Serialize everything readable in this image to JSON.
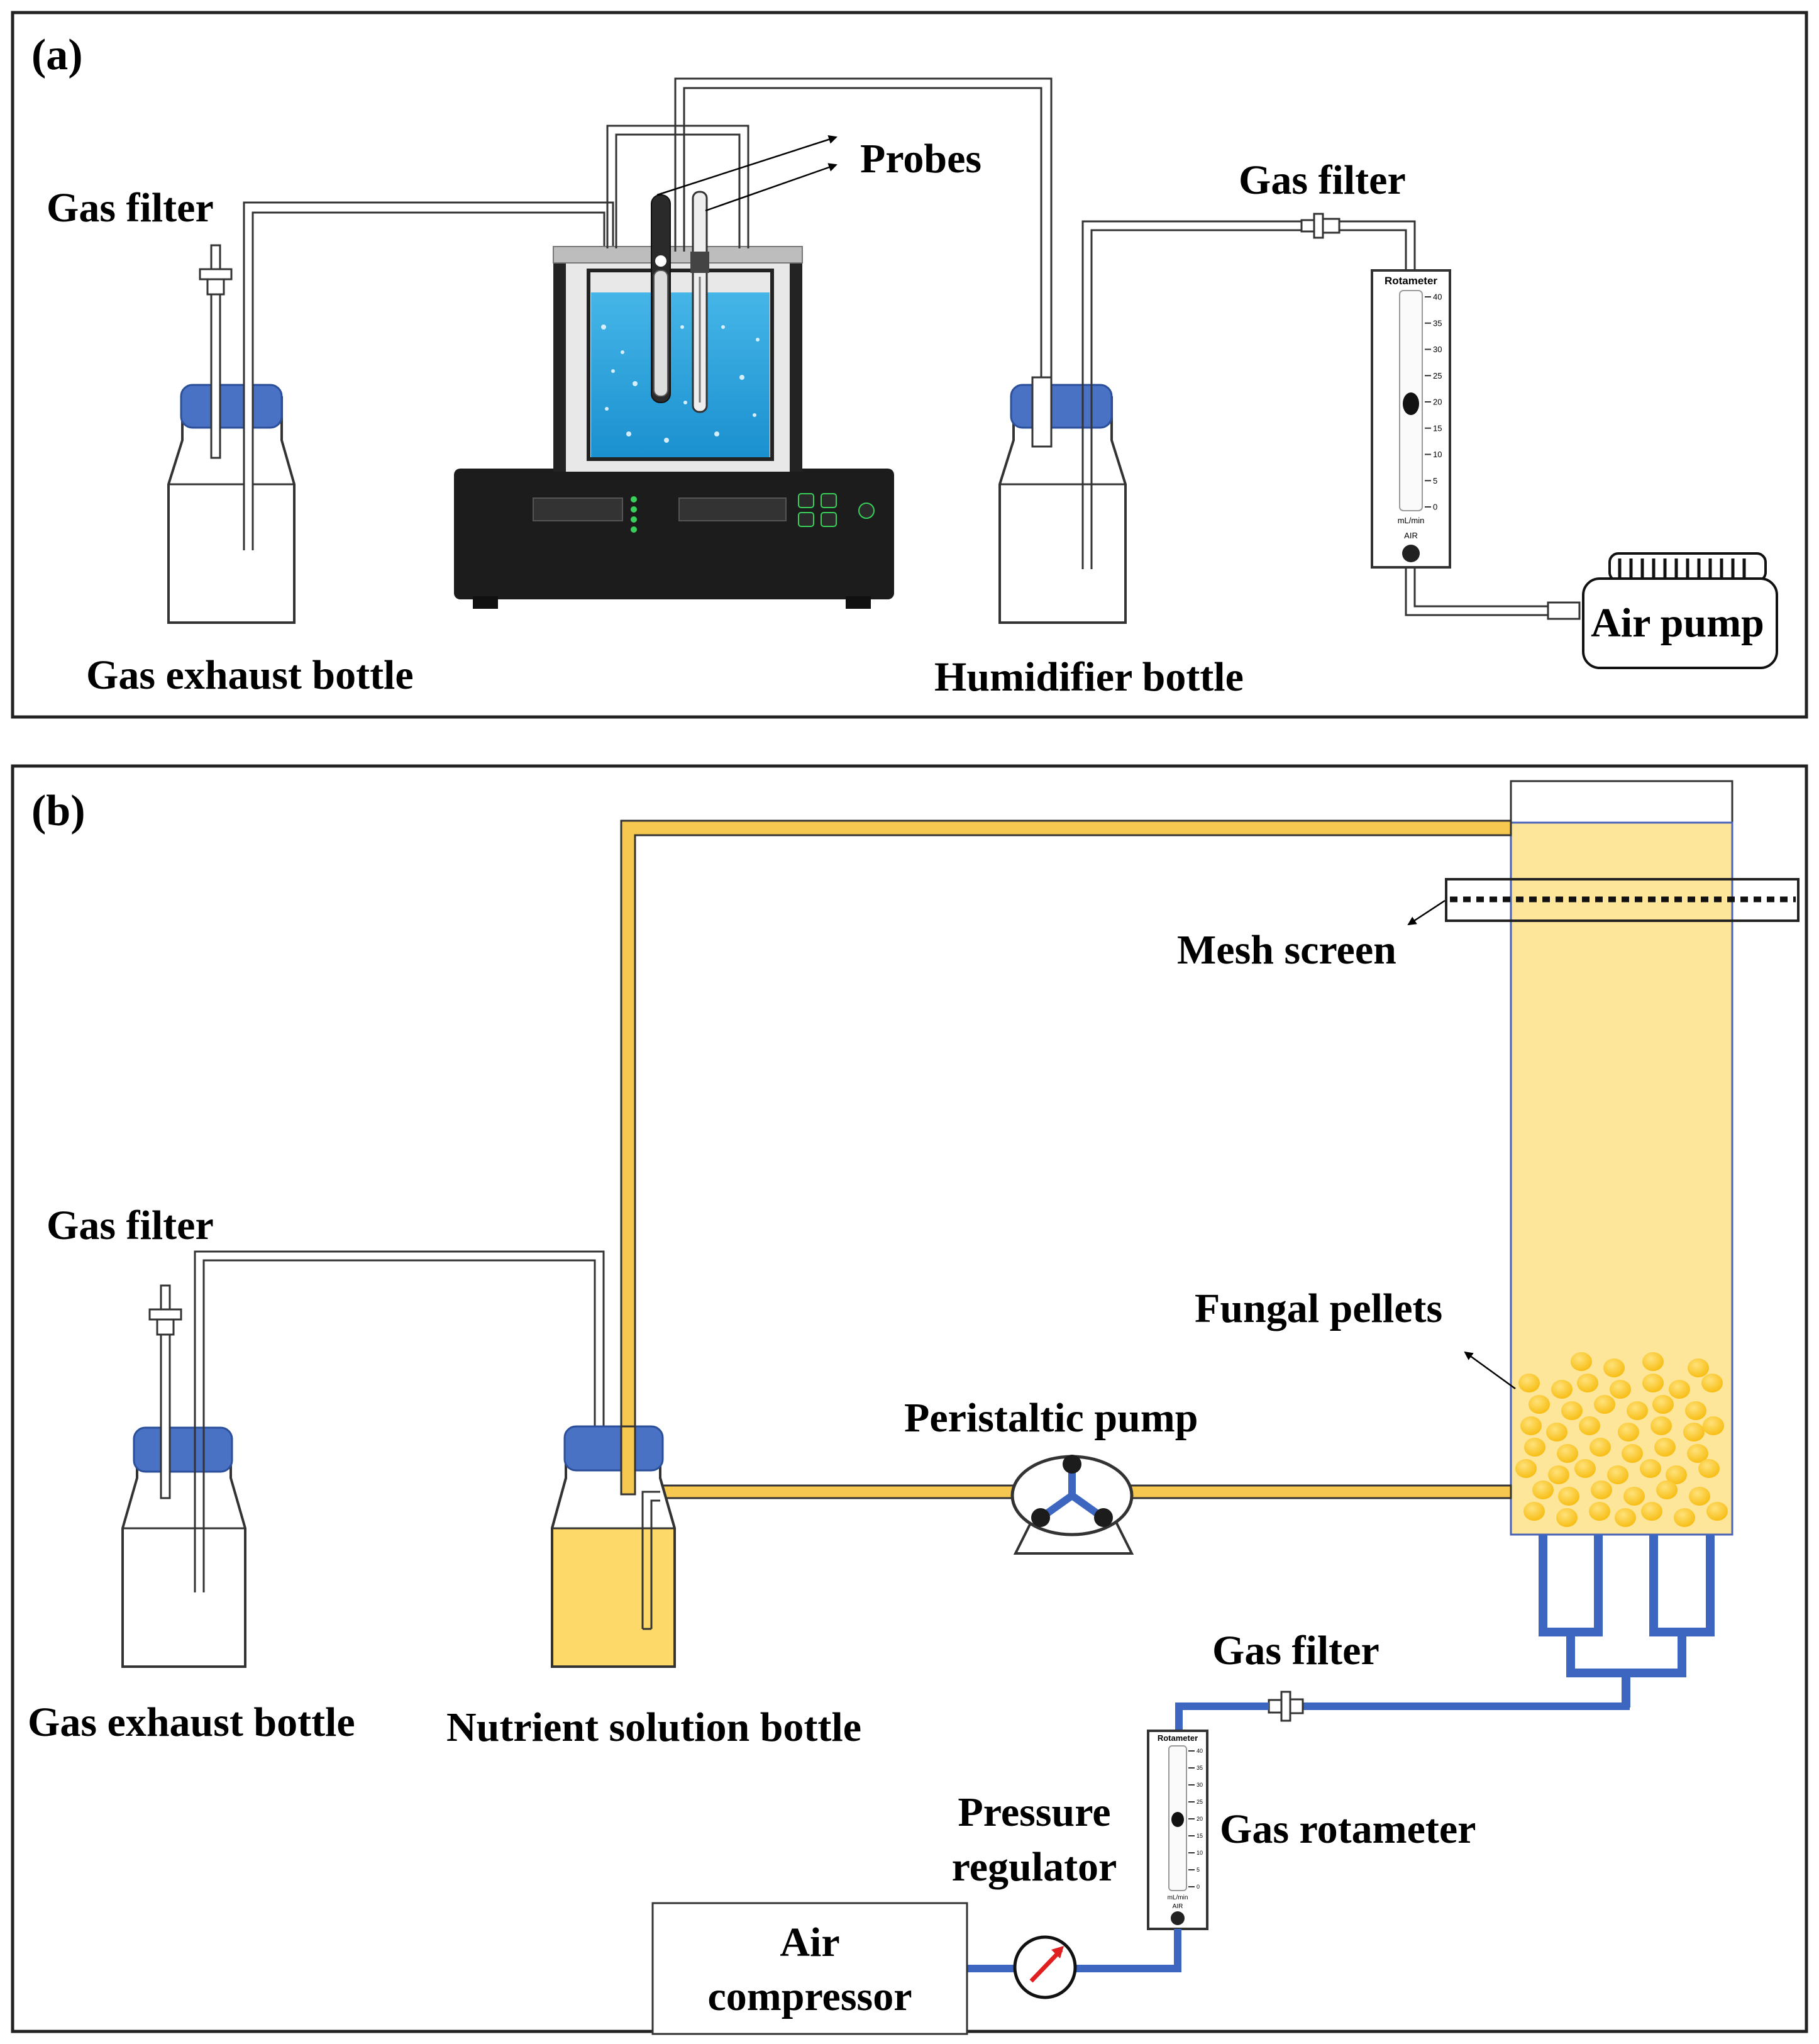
{
  "colors": {
    "frame": "#222222",
    "tube_outline": "#333333",
    "cap_blue": "#4a72c4",
    "water_blue": "#1fa3dd",
    "device_black": "#1c1c1c",
    "yellow_tube": "#f6c84f",
    "column_fill": "#fde59a",
    "pellet": "#fbcc2d",
    "gas_line_blue": "#3d66c1",
    "gauge_needle": "#e02020"
  },
  "panel_a": {
    "tag": "(a)",
    "gas_filter_left": "Gas filter",
    "probes": "Probes",
    "gas_filter_right": "Gas filter",
    "gas_exhaust_bottle": "Gas exhaust bottle",
    "humidifier_bottle": "Humidifier bottle",
    "air_pump": "Air pump",
    "rotameter": {
      "title": "Rotameter",
      "ticks": [
        "40",
        "35",
        "30",
        "25",
        "20",
        "15",
        "10",
        "5",
        "0"
      ],
      "unit": "mL/min",
      "air": "AIR"
    }
  },
  "panel_b": {
    "tag": "(b)",
    "mesh_screen": "Mesh screen",
    "gas_filter_left": "Gas filter",
    "fungal_pellets": "Fungal pellets",
    "peristaltic_pump": "Peristaltic pump",
    "gas_exhaust_bottle": "Gas exhaust bottle",
    "nutrient_solution_bottle": "Nutrient solution bottle",
    "gas_filter_right": "Gas filter",
    "pressure_regulator": [
      "Pressure",
      "regulator"
    ],
    "gas_rotameter": "Gas rotameter",
    "air_compressor": [
      "Air",
      "compressor"
    ],
    "rotameter": {
      "title": "Rotameter",
      "ticks": [
        "40",
        "35",
        "30",
        "25",
        "20",
        "15",
        "10",
        "5",
        "0"
      ],
      "unit": "mL/min",
      "air": "AIR"
    }
  }
}
